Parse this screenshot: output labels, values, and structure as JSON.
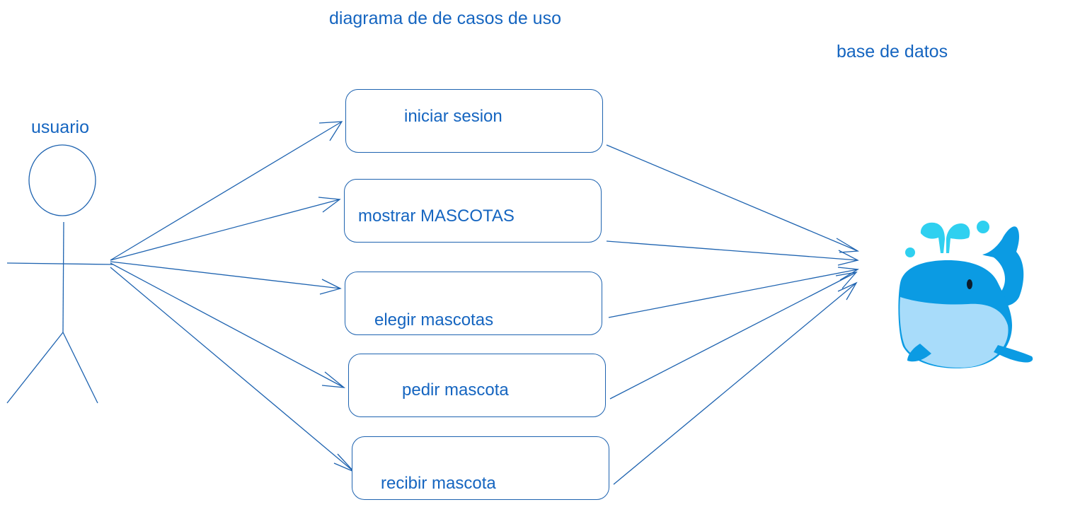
{
  "diagram": {
    "title": "diagrama de de casos de uso",
    "database_label": "base de datos",
    "actor": {
      "label": "usuario",
      "icon": "stick-figure-icon"
    },
    "use_cases": [
      {
        "id": "uc1",
        "label": "iniciar sesion"
      },
      {
        "id": "uc2",
        "label": "mostrar MASCOTAS"
      },
      {
        "id": "uc3",
        "label": "elegir mascotas"
      },
      {
        "id": "uc4",
        "label": "pedir mascota"
      },
      {
        "id": "uc5",
        "label": "recibir mascota"
      }
    ],
    "database_icon": "whale-icon",
    "colors": {
      "text": "#1565c0",
      "line": "#1e63b0",
      "whale_body": "#0b9be3",
      "whale_belly": "#a8dcfa",
      "water": "#2fd0f0"
    }
  }
}
